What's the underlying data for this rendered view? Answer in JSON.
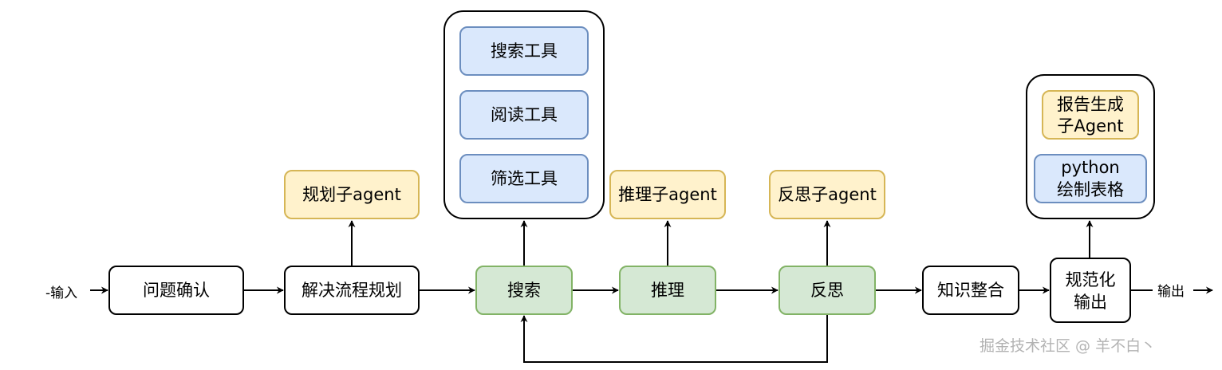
{
  "colors": {
    "stroke": "#000000",
    "white_fill": "#ffffff",
    "green_fill": "#d5e8d4",
    "green_stroke": "#82b366",
    "blue_fill": "#dae8fc",
    "blue_stroke": "#6c8ebf",
    "yellow_fill": "#fff2cc",
    "yellow_stroke": "#d6b656",
    "watermark": "#b3b3b3"
  },
  "flow": {
    "input_label": "输入",
    "output_label": "输出",
    "confirm": "问题确认",
    "plan": "解决流程规划",
    "search": "搜索",
    "reason": "推理",
    "reflect": "反思",
    "integrate": "知识整合",
    "normalize": [
      "规范化",
      "输出"
    ]
  },
  "agents": {
    "plan_agent": "规划子agent",
    "reason_agent": "推理子agent",
    "reflect_agent": "反思子agent"
  },
  "tools": {
    "search_tool": "搜索工具",
    "read_tool": "阅读工具",
    "filter_tool": "筛选工具"
  },
  "output_group": {
    "report_agent": [
      "报告生成",
      "子Agent"
    ],
    "python_chart": [
      "python",
      "绘制表格"
    ]
  },
  "watermark": "掘金技术社区 @ 羊不白丶"
}
